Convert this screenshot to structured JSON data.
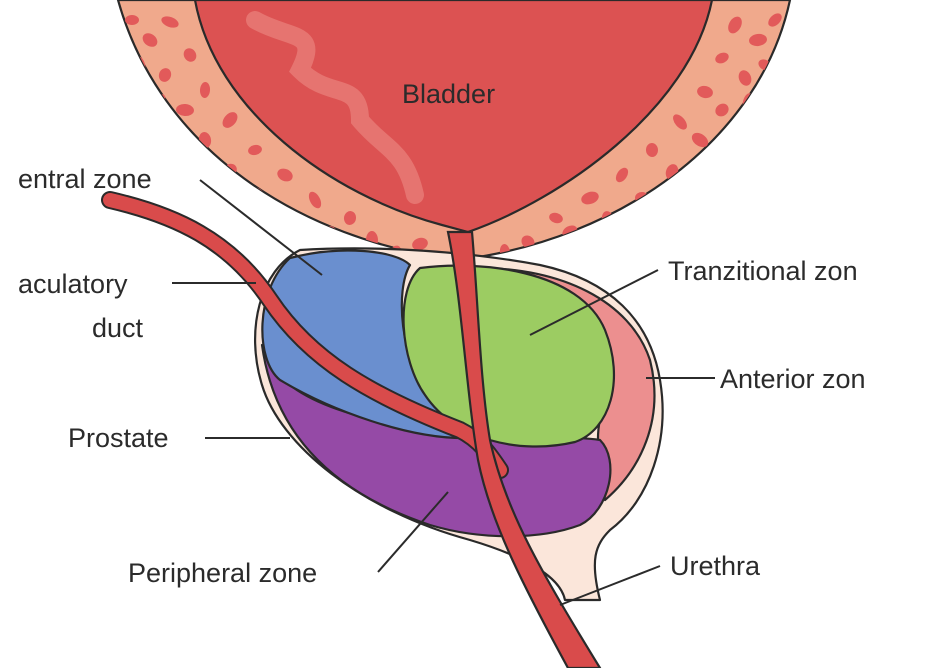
{
  "labels": {
    "bladder": "Bladder",
    "central_zone": "entral zone",
    "ejaculatory_duct_line1": "aculatory",
    "ejaculatory_duct_line2": "duct",
    "prostate": "Prostate",
    "peripheral_zone": "Peripheral zone",
    "transitional_zone": "Tranzitional zon",
    "anterior_zone": "Anterior zon",
    "urethra": "Urethra"
  },
  "colors": {
    "bladder_fill": "#dc5252",
    "bladder_wall": "#f0a98c",
    "wall_dots": "#e25a5a",
    "central_zone": "#6a8fcf",
    "transitional_zone": "#9ccc62",
    "anterior_zone": "#ec8f8f",
    "peripheral_zone": "#954aa6",
    "capsule": "#fbe6da",
    "urethra": "#d94b4b",
    "text": "#2b2b2b"
  }
}
